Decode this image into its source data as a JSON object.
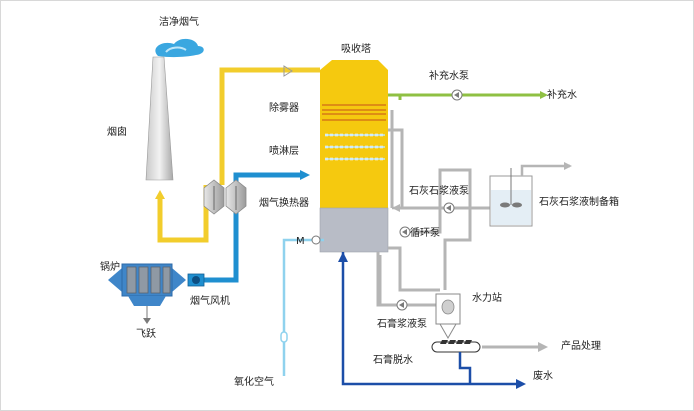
{
  "labels": {
    "clean_flue_gas": "洁净烟气",
    "absorber_tower": "吸收塔",
    "makeup_water_pump": "补充水泵",
    "makeup_water": "补充水",
    "chimney": "烟囱",
    "demister": "除雾器",
    "spray_layer": "喷淋层",
    "gas_heat_exchanger": "烟气换热器",
    "limestone_slurry_pump": "石灰石浆液泵",
    "limestone_slurry_prep_tank": "石灰石浆液制备箱",
    "boiler": "锅炉",
    "circulation_pump": "循环泵",
    "motor": "M",
    "flue_gas_fan": "烟气风机",
    "fly_ash": "飞跃",
    "hydrocyclone_station": "水力站",
    "gypsum_slurry_pump": "石膏浆液泵",
    "product_treatment": "产品处理",
    "gypsum_dewatering": "石膏脱水",
    "oxidation_air": "氧化空气",
    "wastewater": "废水"
  },
  "colors": {
    "tower_yellow": "#f5c90f",
    "flue_yellow": "#f2cd2c",
    "pipe_blue": "#1f8fd0",
    "pipe_dark_blue": "#1c4ea8",
    "light_blue": "#8fd2ee",
    "green": "#8fc043",
    "gray": "#b5b5b5",
    "sump_gray": "#b8bcc6",
    "steam_blue": "#3aa7e0"
  }
}
